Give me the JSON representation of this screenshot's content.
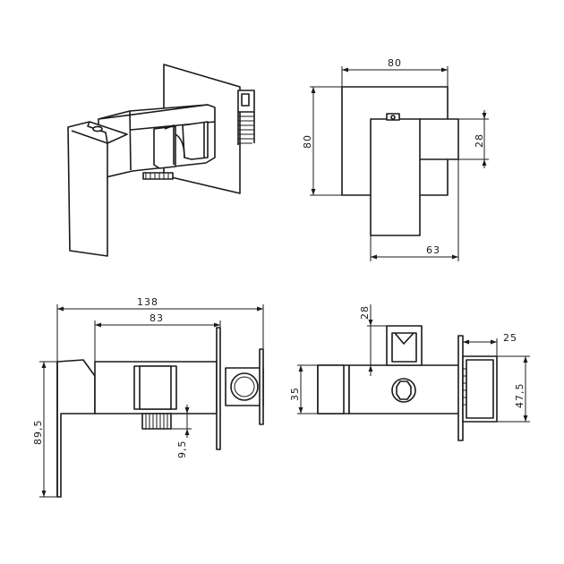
{
  "dimensions": {
    "top_width": "80",
    "top_height": "80",
    "top_handle_depth": "28",
    "top_body_width": "63",
    "bottom_total_width": "138",
    "bottom_body_width": "83",
    "bottom_height": "89,5",
    "bottom_thread": "9,5",
    "right_holder": "28",
    "right_body_height": "35",
    "right_plate_offset": "25",
    "right_plate_height": "47,5"
  }
}
